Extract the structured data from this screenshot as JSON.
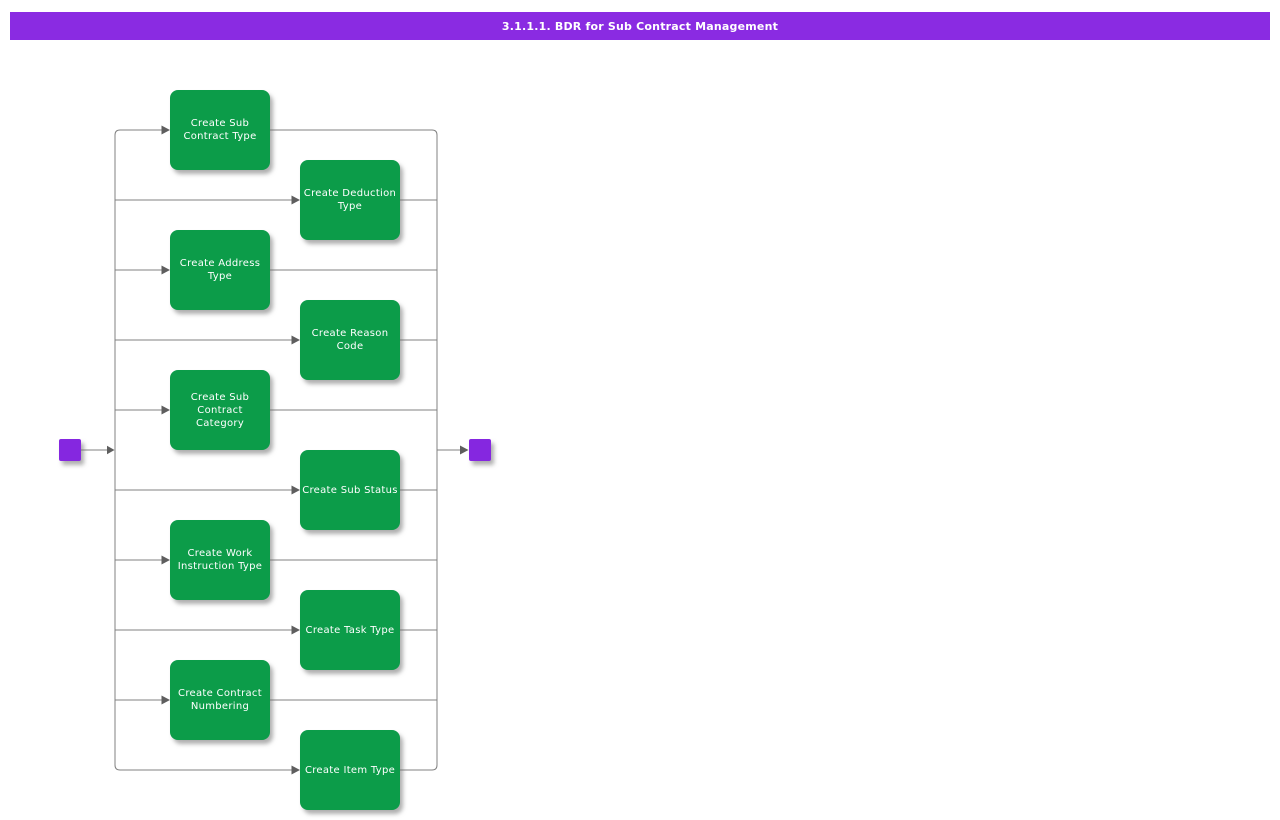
{
  "header": {
    "title": "3.1.1.1. BDR for Sub Contract Management"
  },
  "colors": {
    "header_bg": "#8A2BE2",
    "node_bg": "#0C9C49",
    "terminal_bg": "#8527E0",
    "line": "#808080",
    "arrow": "#5E5E5E",
    "node_text": "#FFFFFF"
  },
  "diagram": {
    "nodes": [
      {
        "label": "Create Sub Contract Type"
      },
      {
        "label": "Create Deduction Type"
      },
      {
        "label": "Create Address Type"
      },
      {
        "label": "Create Reason Code"
      },
      {
        "label": "Create Sub Contract Category"
      },
      {
        "label": "Create Sub Status"
      },
      {
        "label": "Create Work Instruction Type"
      },
      {
        "label": "Create Task Type"
      },
      {
        "label": "Create Contract Numbering"
      },
      {
        "label": "Create Item Type"
      }
    ]
  }
}
